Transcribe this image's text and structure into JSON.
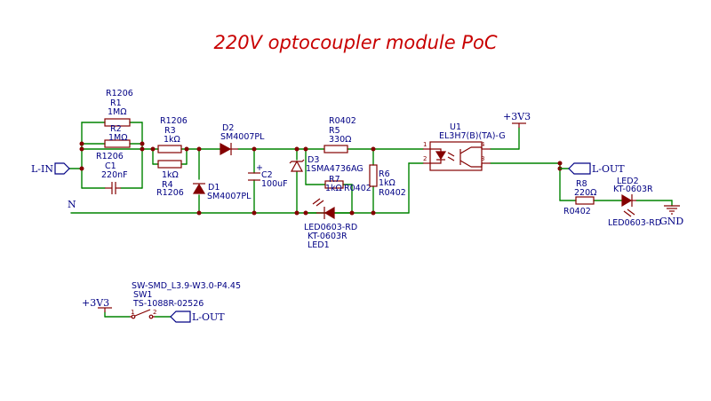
{
  "title": "220V optocoupler module PoC",
  "nets": {
    "l_in": "L-IN",
    "l_out": "L-OUT",
    "l_out_sw": "L-OUT",
    "n": "N",
    "p3v3": "+3V3",
    "p3v3_sw": "+3V3",
    "gnd": "GND"
  },
  "components": {
    "r1": {
      "pkg": "R1206",
      "ref": "R1",
      "value": "1MΩ"
    },
    "r2": {
      "ref": "R2",
      "value": "1MΩ",
      "pkg": "R1206"
    },
    "c1": {
      "ref": "C1",
      "value": "220nF"
    },
    "r3": {
      "pkg": "R1206",
      "ref": "R3",
      "value": "1kΩ"
    },
    "r4": {
      "value": "1kΩ",
      "ref": "R4",
      "pkg": "R1206"
    },
    "d1": {
      "ref": "D1",
      "value": "SM4007PL"
    },
    "d2": {
      "ref": "D2",
      "value": "SM4007PL"
    },
    "c2": {
      "ref": "C2",
      "value": "100uF"
    },
    "r5": {
      "pkg": "R0402",
      "ref": "R5",
      "value": "330Ω"
    },
    "d3": {
      "ref": "D3",
      "value": "1SMA4736AG"
    },
    "r7": {
      "ref": "R7",
      "value": "1kΩ",
      "pkg": "R0402"
    },
    "led1": {
      "pkg": "LED0603-RD",
      "part": "KT-0603R",
      "ref": "LED1"
    },
    "r6": {
      "ref": "R6",
      "value": "1kΩ",
      "pkg": "R0402"
    },
    "u1": {
      "ref": "U1",
      "part": "EL3H7(B)(TA)-G",
      "pins": [
        "1",
        "2",
        "3",
        "4"
      ]
    },
    "r8": {
      "ref": "R8",
      "value": "220Ω",
      "pkg": "R0402"
    },
    "led2": {
      "ref": "LED2",
      "part": "KT-0603R",
      "pkg": "LED0603-RD"
    },
    "sw1": {
      "pkg": "SW-SMD_L3.9-W3.0-P4.45",
      "ref": "SW1",
      "part": "TS-1088R-02526",
      "pins": [
        "1",
        "2"
      ]
    }
  }
}
